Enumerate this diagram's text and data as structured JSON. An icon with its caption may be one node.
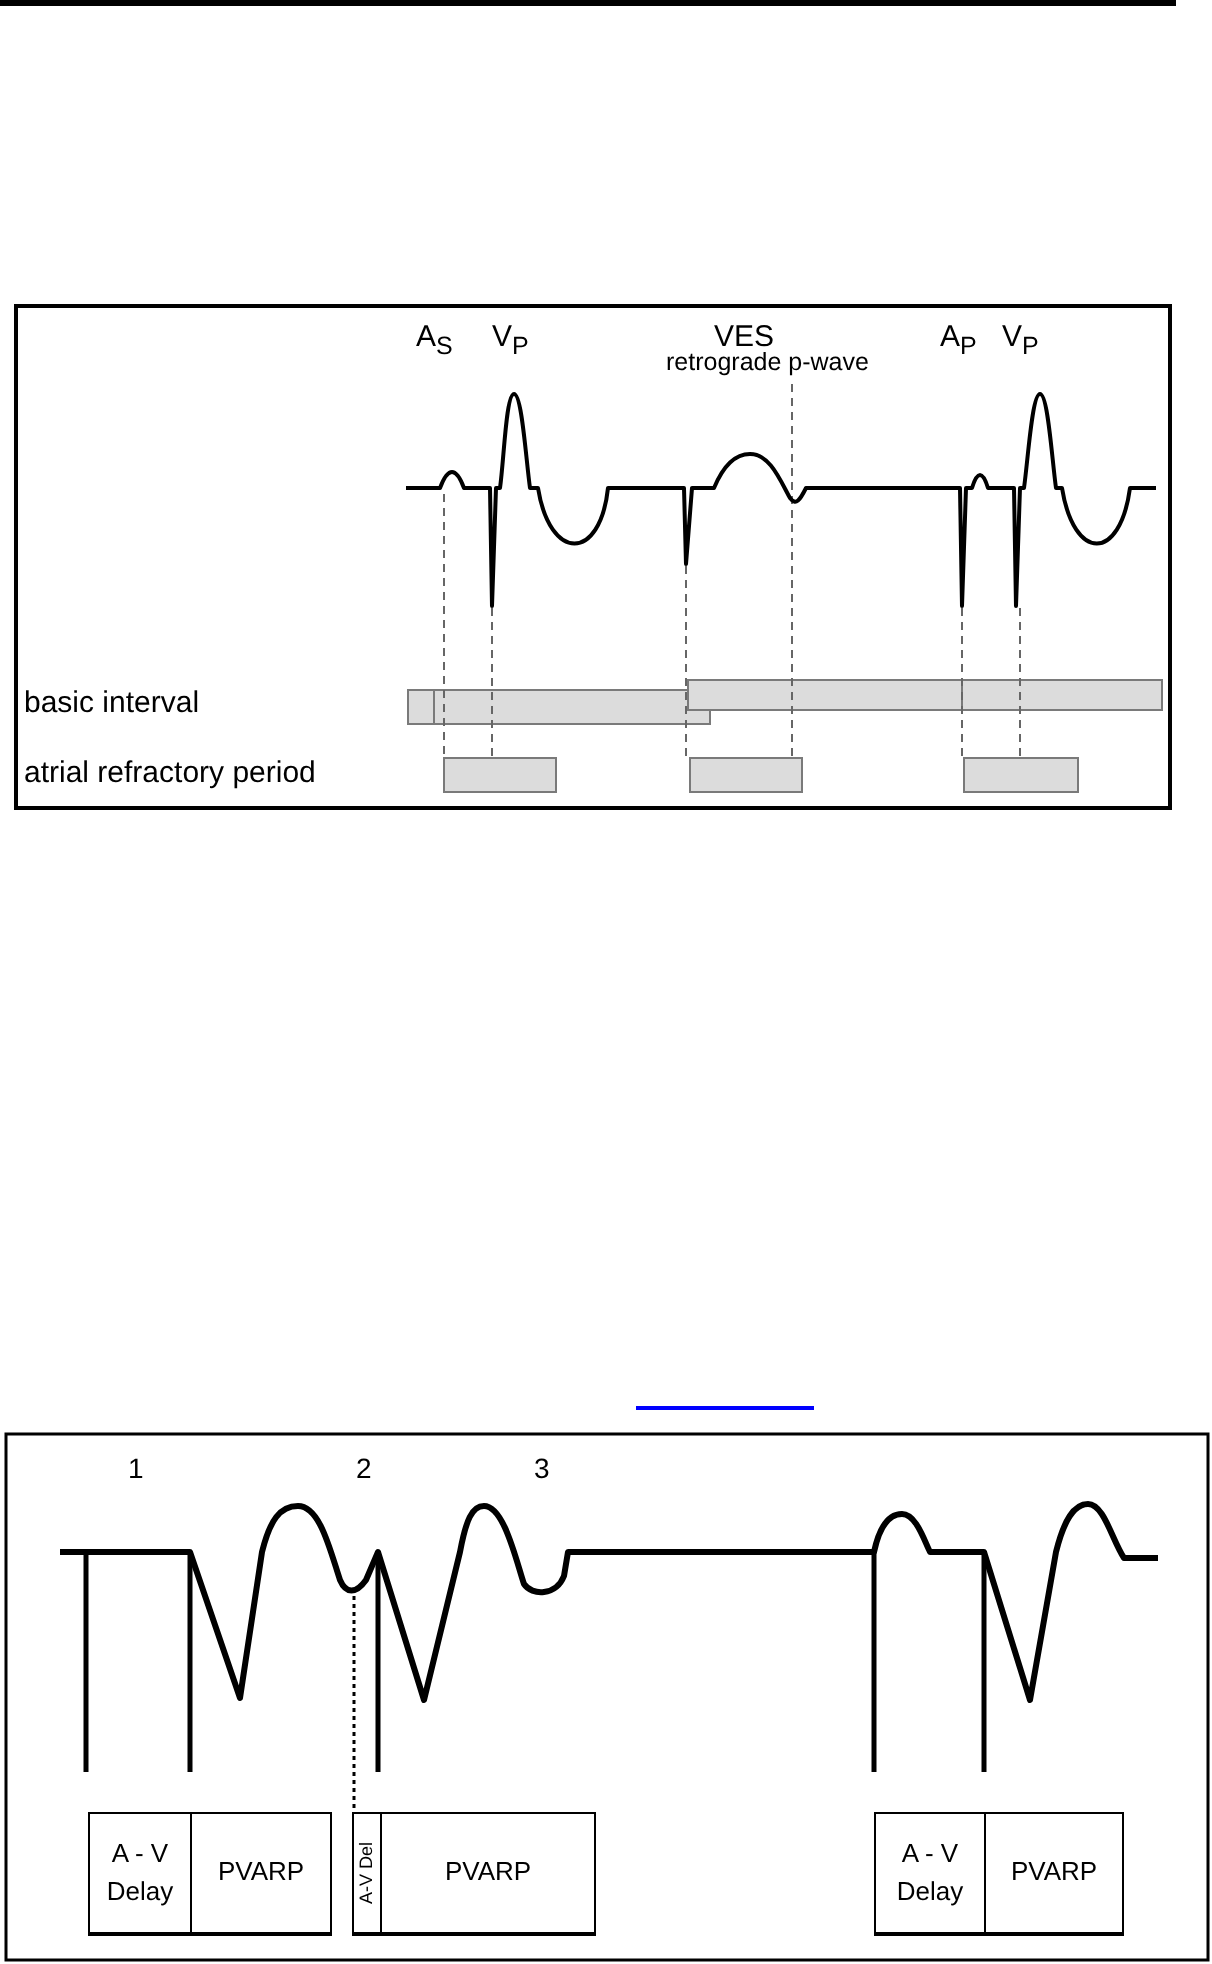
{
  "diagram": {
    "nodes": [
      {
        "text": [
          "A - V Delay"
        ]
      },
      {
        "text": [
          "PVARP"
        ]
      },
      {
        "text": [
          "A-V Del"
        ]
      },
      {
        "text": [
          "PVARP"
        ]
      },
      {
        "text": [
          "A - V Delay"
        ]
      },
      {
        "text": [
          "PVARP"
        ]
      }
    ],
    "labels": [
      "A$_{S}$",
      "V$_{P}$",
      "VES",
      "retrograde p-wave",
      "A$_{P}$",
      "V$_{P}$",
      "basic interval",
      "atrial refractory period",
      "1",
      "2",
      "3"
    ]
  }
}
